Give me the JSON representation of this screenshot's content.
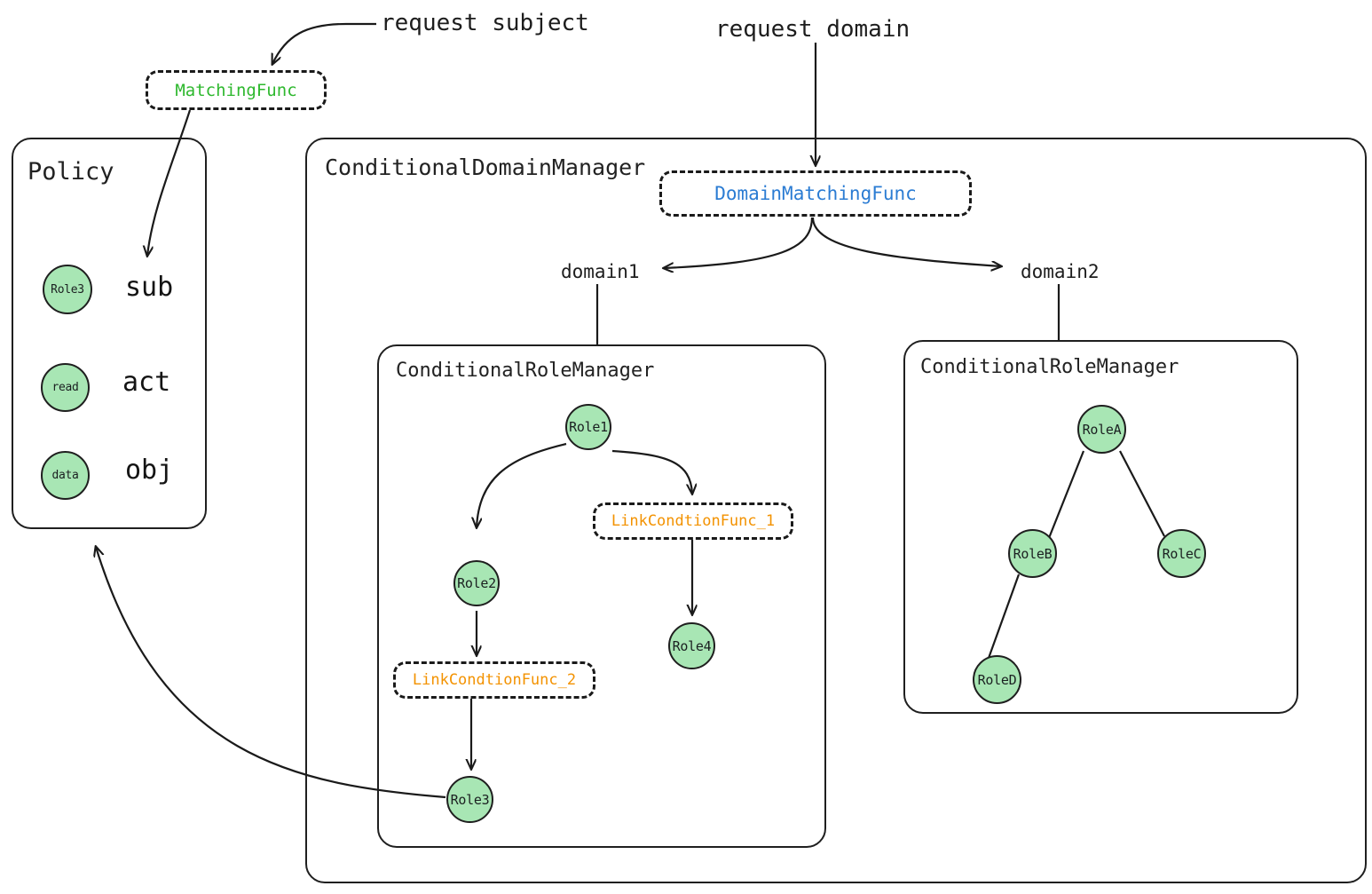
{
  "diagram": {
    "title_free_labels": {
      "request_subject": "request subject",
      "request_domain": "request domain"
    },
    "policy_panel": {
      "title": "Policy",
      "rows": [
        {
          "node": "Role3",
          "label": "sub"
        },
        {
          "node": "read",
          "label": "act"
        },
        {
          "node": "data",
          "label": "obj"
        }
      ]
    },
    "matching_func": {
      "label": "MatchingFunc",
      "color": "#2eb82e"
    },
    "domain_manager": {
      "title": "ConditionalDomainManager",
      "domain_matching_func": {
        "label": "DomainMatchingFunc",
        "color": "#2b7cd3"
      },
      "branches": [
        {
          "label": "domain1"
        },
        {
          "label": "domain2"
        }
      ],
      "role_manager_left": {
        "title": "ConditionalRoleManager",
        "nodes": [
          {
            "id": "role1",
            "label": "Role1"
          },
          {
            "id": "role2",
            "label": "Role2"
          },
          {
            "id": "role3",
            "label": "Role3"
          },
          {
            "id": "role4",
            "label": "Role4"
          }
        ],
        "link_funcs": [
          {
            "id": "lcf1",
            "label": "LinkCondtionFunc_1",
            "color": "#f39200"
          },
          {
            "id": "lcf2",
            "label": "LinkCondtionFunc_2",
            "color": "#f39200"
          }
        ],
        "edges": [
          {
            "from": "role1",
            "to": "role2"
          },
          {
            "from": "role1",
            "to": "lcf1"
          },
          {
            "from": "lcf1",
            "to": "role4"
          },
          {
            "from": "role2",
            "to": "lcf2"
          },
          {
            "from": "lcf2",
            "to": "role3"
          }
        ]
      },
      "role_manager_right": {
        "title": "ConditionalRoleManager",
        "nodes": [
          {
            "id": "roleA",
            "label": "RoleA"
          },
          {
            "id": "roleB",
            "label": "RoleB"
          },
          {
            "id": "roleC",
            "label": "RoleC"
          },
          {
            "id": "roleD",
            "label": "RoleD"
          }
        ],
        "edges": [
          {
            "from": "roleA",
            "to": "roleB"
          },
          {
            "from": "roleA",
            "to": "roleC"
          },
          {
            "from": "roleB",
            "to": "roleD"
          }
        ]
      }
    },
    "colors": {
      "node_fill": "#a8e6b4",
      "stroke": "#1f1f1f",
      "green_text": "#2eb82e",
      "blue_text": "#2b7cd3",
      "orange_text": "#f39200"
    }
  }
}
